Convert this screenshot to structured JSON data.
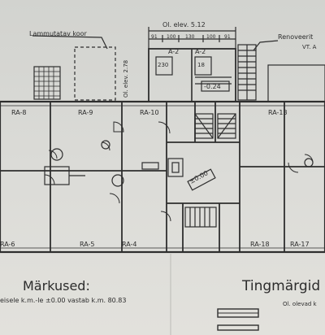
{
  "colors": {
    "paper": "#d9d9d4",
    "ink": "#2e2e2e"
  },
  "labels": {
    "lamm_note": "Lammutatav koor",
    "renov_note": "Renoveerit",
    "renov_sub": "VT. A",
    "dim_total": "Ol. elev. 5.12",
    "dim_parts": [
      "91",
      "100",
      "130",
      "100",
      "91"
    ],
    "side_elev": "Ol. elev. 2.78",
    "a2_left": "A-2",
    "a2_right": "A-2",
    "dim_230": "230",
    "dim_18": "18",
    "elev_024": "-0.24",
    "elev_000": "±0.00",
    "rooms": {
      "ra8": "RA-8",
      "ra9": "RA-9",
      "ra10": "RA-10",
      "ra13": "RA-13",
      "ra6": "RA-6",
      "ra5": "RA-5",
      "ra4": "RA-4",
      "ra18": "RA-18",
      "ra17": "RA-17"
    },
    "markused_title": "Märkused:",
    "markused_text": "eisele k.m.-le ±0.00 vastab k.m. 80.83",
    "tingmargid": "Tingmärgid",
    "olevad": "Ol. olevad k"
  }
}
